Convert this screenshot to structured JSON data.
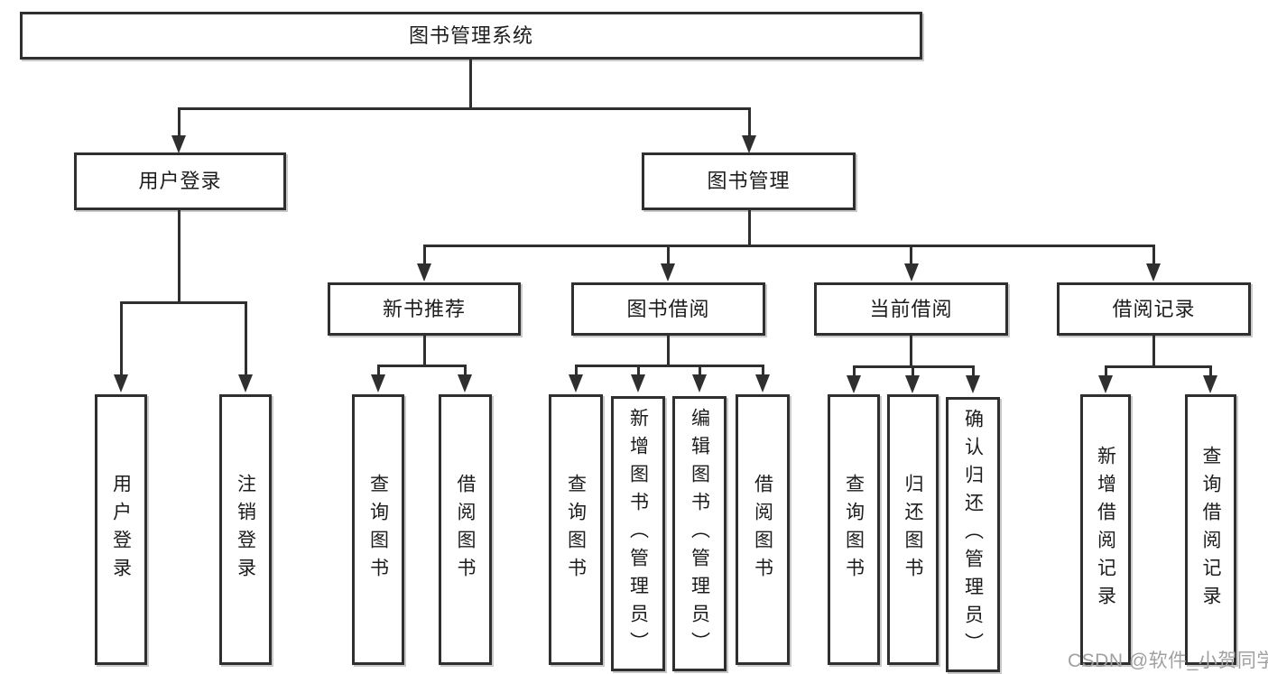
{
  "tree": {
    "root": {
      "label": "图书管理系统"
    },
    "children": [
      {
        "label": "用户登录",
        "leaves": [
          "用户登录",
          "注销登录"
        ]
      },
      {
        "label": "图书管理",
        "children": [
          {
            "label": "新书推荐",
            "leaves": [
              "查询图书",
              "借阅图书"
            ]
          },
          {
            "label": "图书借阅",
            "leaves": [
              "查询图书",
              "新增图书（管理员）",
              "编辑图书（管理员）",
              "借阅图书"
            ]
          },
          {
            "label": "当前借阅",
            "leaves": [
              "查询图书",
              "归还图书",
              "确认归还（管理员）"
            ]
          },
          {
            "label": "借阅记录",
            "leaves": [
              "新增借阅记录",
              "查询借阅记录"
            ]
          }
        ]
      }
    ]
  },
  "watermark": {
    "text": "CSDN @软件_小贺同学"
  },
  "colors": {
    "line": "#2f2f2f",
    "text": "#1c1c1c",
    "background": "#ffffff",
    "watermark": "#a0a0a0"
  }
}
